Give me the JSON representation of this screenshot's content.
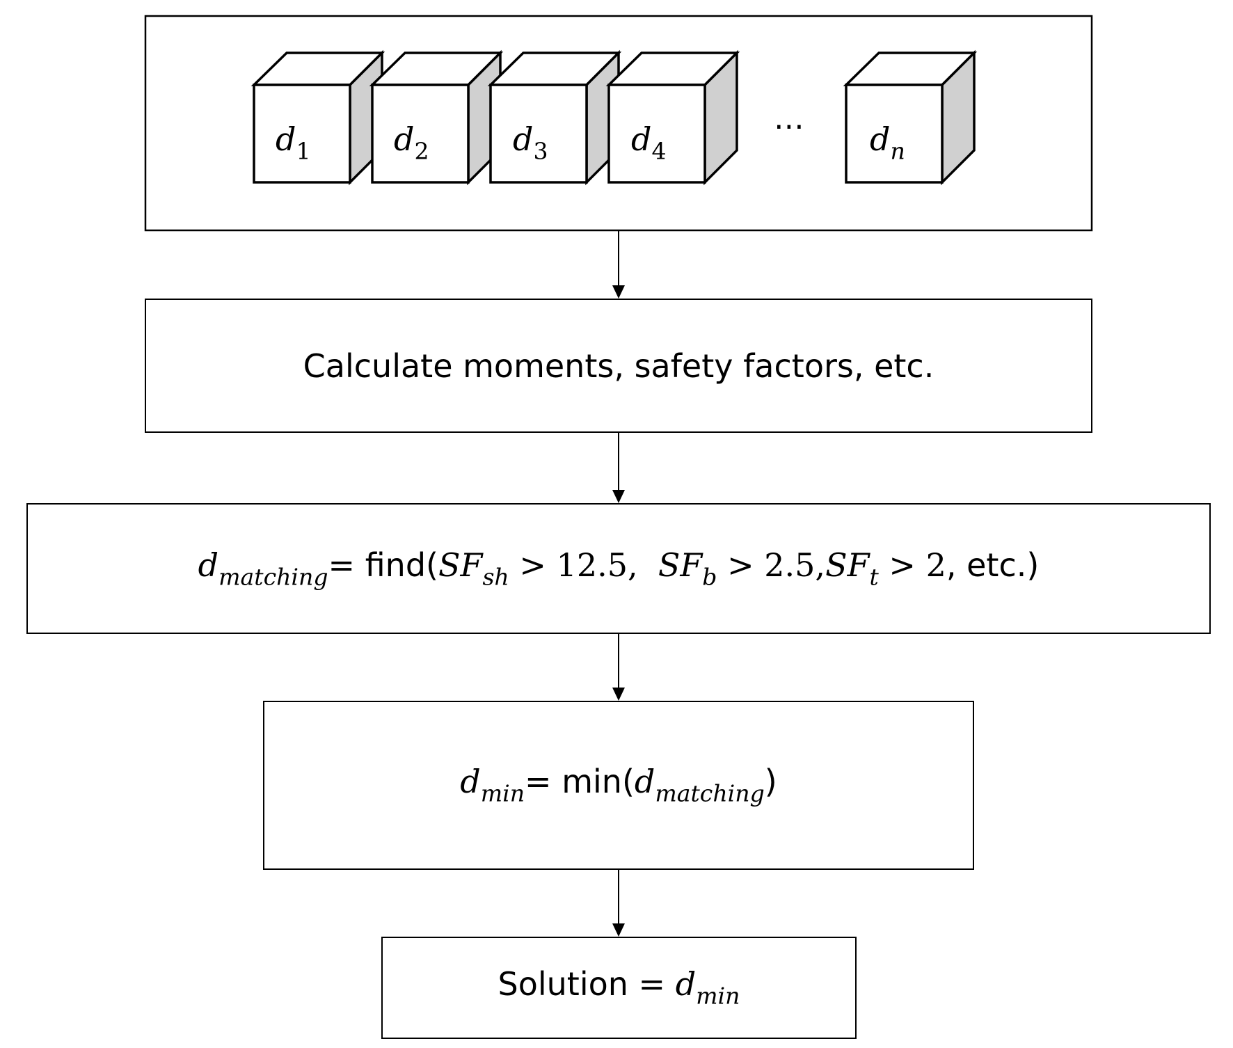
{
  "top_group": {
    "vectors": [
      {
        "var": "d",
        "sub": "1"
      },
      {
        "var": "d",
        "sub": "2"
      },
      {
        "var": "d",
        "sub": "3"
      },
      {
        "var": "d",
        "sub": "4"
      },
      {
        "var": "d",
        "sub": "n"
      }
    ],
    "ellipsis": "⋯"
  },
  "step_calculate": {
    "text": "Calculate moments, safety factors, etc."
  },
  "step_find": {
    "lhs_var": "d",
    "lhs_sub": "matching",
    "eq": "= find(",
    "c1_var": "SF",
    "c1_sub": "sh",
    "c1_op": " > 12.5,  ",
    "c2_var": "SF",
    "c2_sub": "b",
    "c2_op": " > 2.5,",
    "c3_var": "SF",
    "c3_sub": "t",
    "c3_op": " > 2",
    "tail": ", etc.)"
  },
  "step_min": {
    "lhs_var": "d",
    "lhs_sub": "min",
    "eq": "= min(",
    "arg_var": "d",
    "arg_sub": "matching",
    "close": ")"
  },
  "step_solution": {
    "text": "Solution = ",
    "var": "d",
    "sub": "min"
  },
  "colors": {
    "stroke": "#000000",
    "cube_side": "#d0d0d0",
    "background": "#ffffff"
  }
}
